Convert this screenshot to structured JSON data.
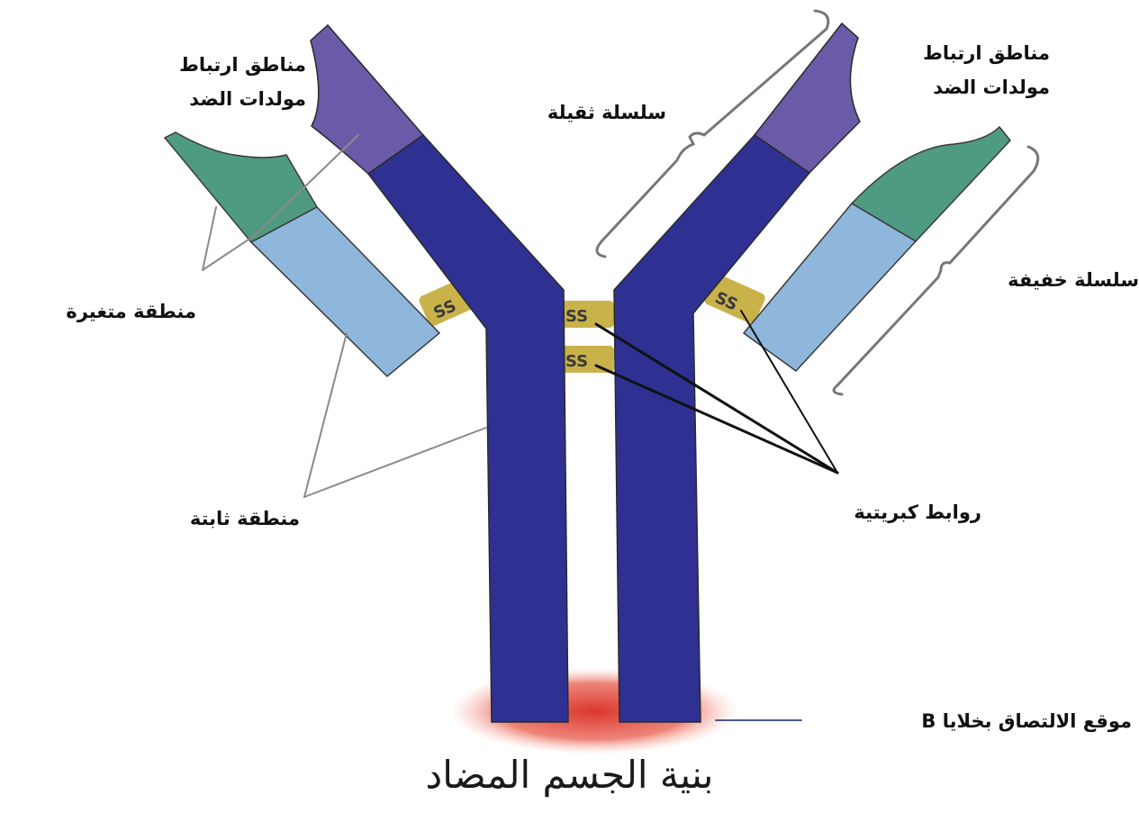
{
  "labels": {
    "antigen_binding_sites_left": [
      "مناطق ارتباط",
      "مولدات الضد"
    ],
    "antigen_binding_sites_right": [
      "مناطق ارتباط",
      "مولدات الضد"
    ],
    "heavy_chain": "سلسلة ثقيلة",
    "light_chain": "سلسلة خفيفة",
    "variable_region": "منطقة متغيرة",
    "constant_region": "منطقة ثابتة",
    "disulfide_bonds": "روابط كبريتية",
    "b_cell_attachment": "موقع الالتصاق بخلايا B",
    "disulfide_symbol": "SS"
  },
  "caption": "بنية الجسم المضاد",
  "colors": {
    "heavy_chain_constant": "#2e3192",
    "variable_heavy": "#6b5aa8",
    "light_variable": "#4f9a82",
    "light_constant": "#8fb7dc",
    "disulfide": "#c9b24a",
    "attachment_site": "#e0473a"
  }
}
